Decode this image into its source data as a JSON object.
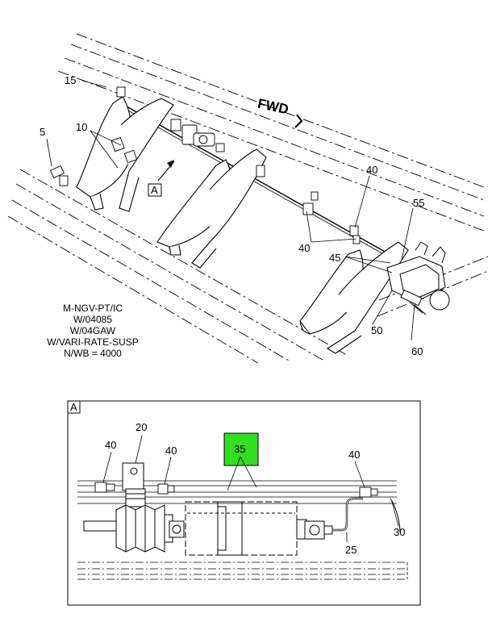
{
  "diagram": {
    "fwd_label": "FWD",
    "view_ref_main": "A",
    "view_ref_detail": "A",
    "config_note": [
      "M-NGV-PT/IC",
      "W/04085",
      "W/04GAW",
      "W/VARI-RATE-SUSP",
      "N/WB = 4000"
    ],
    "main_callouts": {
      "c15": "15",
      "c10": "10",
      "c5": "5",
      "c40_top": "40",
      "c55": "55",
      "c40_mid": "40",
      "c45": "45",
      "c50": "50",
      "c60": "60"
    },
    "detail_callouts": {
      "c40_left": "40",
      "c20": "20",
      "c40_center": "40",
      "c35": "35",
      "c40_right": "40",
      "c25": "25",
      "c30": "30"
    },
    "colors": {
      "highlight": "#33dd22",
      "line": "#000000"
    }
  }
}
